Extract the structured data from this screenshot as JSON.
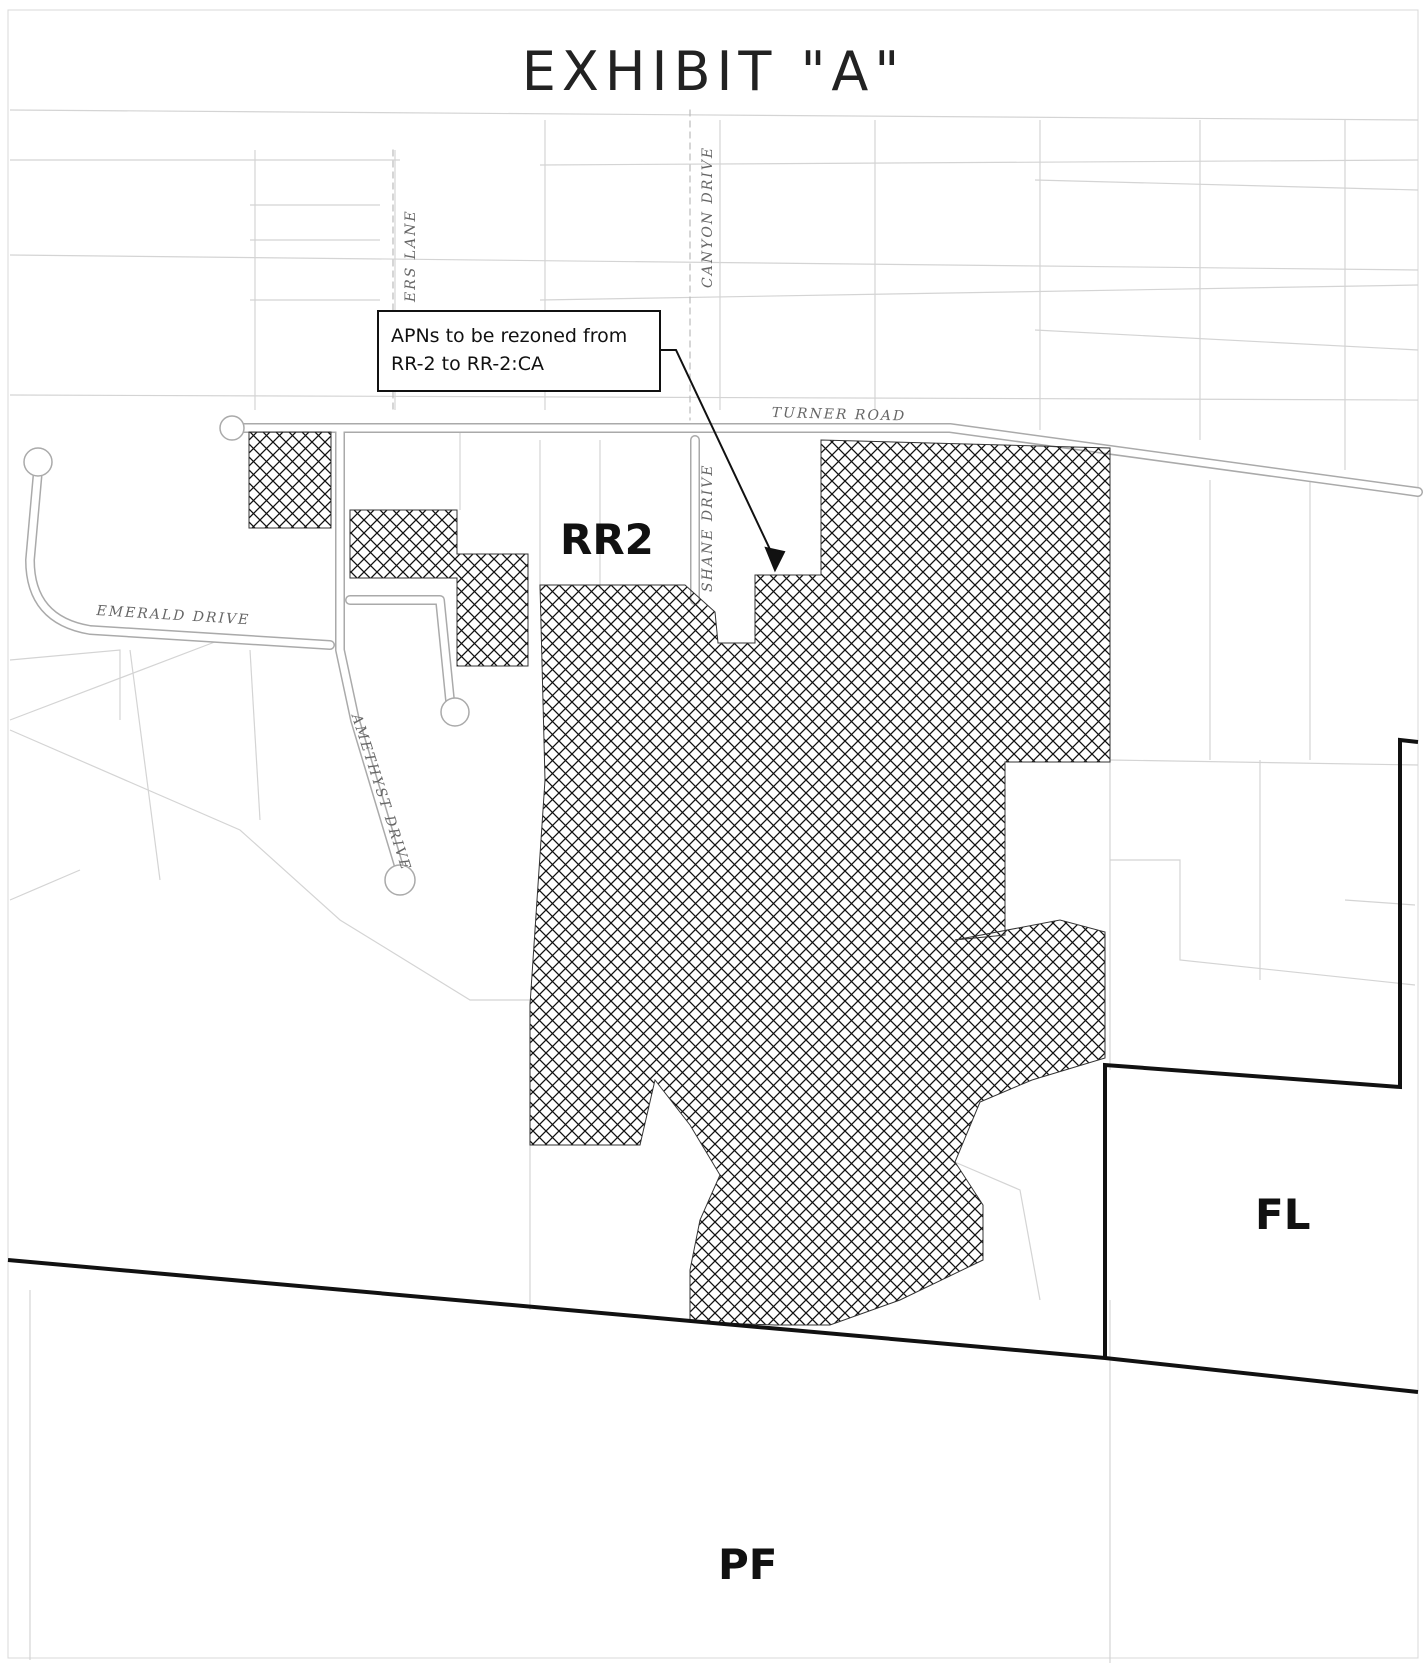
{
  "title": "EXHIBIT \"A\"",
  "callout": {
    "line1": "APNs to be rezoned from",
    "line2": "RR-2 to RR-2:CA"
  },
  "zones": {
    "rr2": "RR2",
    "fl": "FL",
    "pf": "PF"
  },
  "roads": {
    "turner": "TURNER ROAD",
    "emerald": "EMERALD DRIVE",
    "amethyst": "AMETHYST DRIVE",
    "shane": "SHANE DRIVE",
    "canyon": "CANYON DRIVE",
    "ers_lane": "ERS LANE"
  },
  "colors": {
    "hatch": "#111111",
    "parcel_line": "#cfcfcf",
    "zone_boundary": "#111111"
  }
}
